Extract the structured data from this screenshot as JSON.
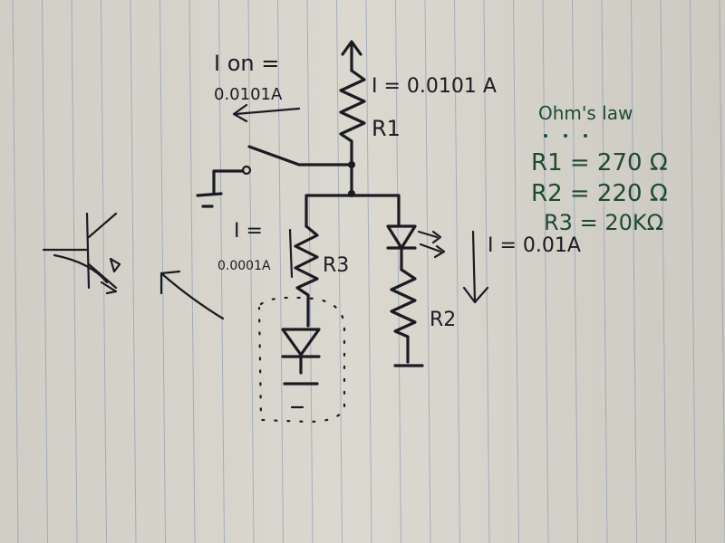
{
  "labels": {
    "i_on": "I on =",
    "i_on_value": "0.0101A",
    "i_r1": "I = 0.0101 A",
    "r1": "R1",
    "i_r3": "I =",
    "i_r3_value": "0.0001A",
    "r3": "R3",
    "i_led": "I = 0.01A",
    "r2": "R2"
  },
  "ohms_law": {
    "title": "Ohm's law",
    "r1": "R1 = 270 Ω",
    "r2": "R2 = 220 Ω",
    "r3": "R3 = 20KΩ"
  },
  "colors": {
    "ink": "#1b1b22",
    "green_ink": "#1f4a32",
    "paper": "#d9d6cd",
    "rule_lines": "#7c8fb0"
  }
}
